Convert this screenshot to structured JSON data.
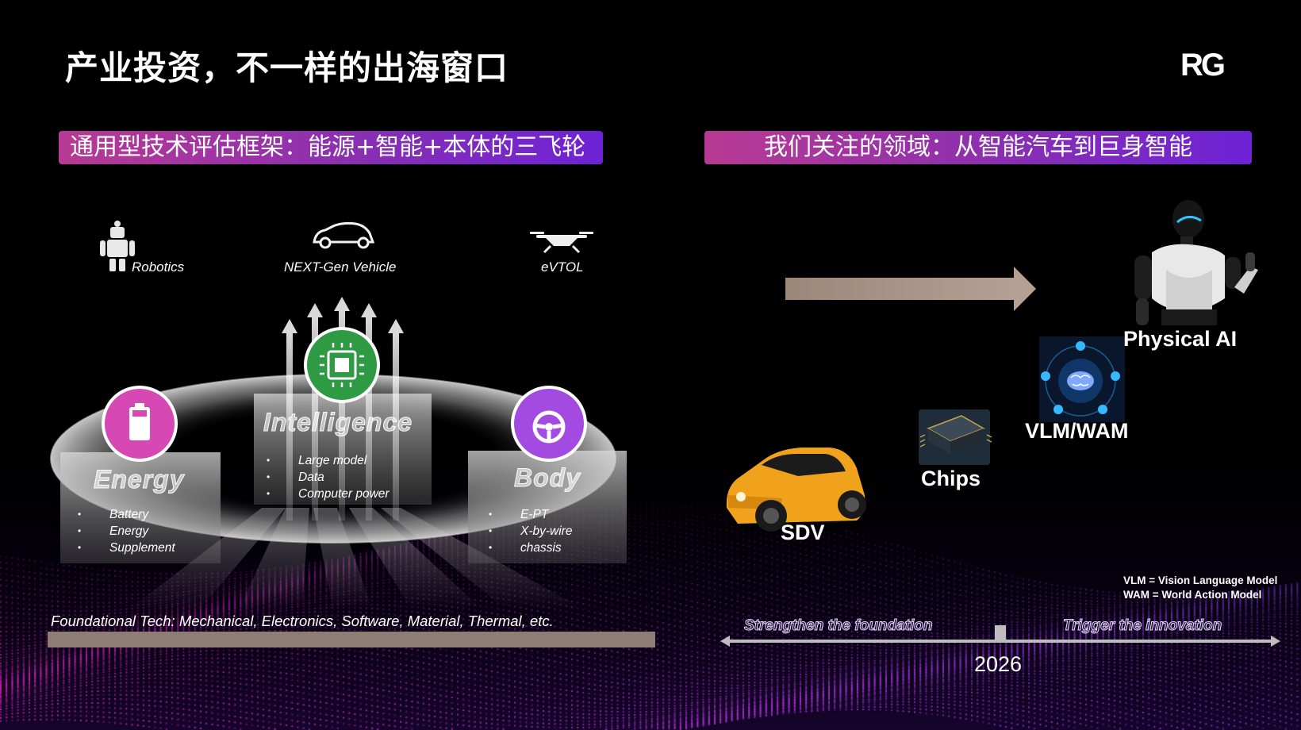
{
  "slide": {
    "title": "产业投资，不一样的出海窗口",
    "logo_text": "RG"
  },
  "left_panel": {
    "banner": "通用型技术评估框架：能源+智能+本体的三飞轮",
    "applications": [
      {
        "label": "Robotics",
        "icon": "robot-icon"
      },
      {
        "label": "NEXT-Gen Vehicle",
        "icon": "car-icon"
      },
      {
        "label": "eVTOL",
        "icon": "drone-icon"
      }
    ],
    "pillars": {
      "energy": {
        "title": "Energy",
        "icon": "battery-icon",
        "color": "#d649b4",
        "bullets": [
          "Battery",
          "Energy",
          "Supplement"
        ]
      },
      "intelligence": {
        "title": "Intelligence",
        "icon": "chip-icon",
        "color": "#2e9a44",
        "bullets": [
          "Large model",
          "Data",
          "Computer power"
        ]
      },
      "body": {
        "title": "Body",
        "icon": "steering-wheel-icon",
        "color": "#a34be0",
        "bullets": [
          "E-PT",
          "X-by-wire",
          "chassis"
        ]
      }
    },
    "foundation": "Foundational Tech:  Mechanical, Electronics, Software, Material, Thermal, etc."
  },
  "right_panel": {
    "banner": "我们关注的领域：从智能汽车到巨身智能",
    "stages": [
      {
        "label": "SDV",
        "icon": "car-image"
      },
      {
        "label": "Chips",
        "icon": "chip-image"
      },
      {
        "label": "VLM/WAM",
        "icon": "brain-network-icon"
      },
      {
        "label": "Physical AI",
        "icon": "humanoid-robot-image"
      }
    ],
    "legend": [
      "VLM = Vision Language Model",
      "WAM = World Action Model"
    ],
    "timeline": {
      "left_phase": "Strengthen the foundation",
      "right_phase": "Trigger the innovation",
      "year": "2026"
    }
  },
  "colors": {
    "banner_start": "#b83a93",
    "banner_end": "#6d22d6",
    "arrow": "#a28f80",
    "foundation_bar": "#8e7d74"
  }
}
